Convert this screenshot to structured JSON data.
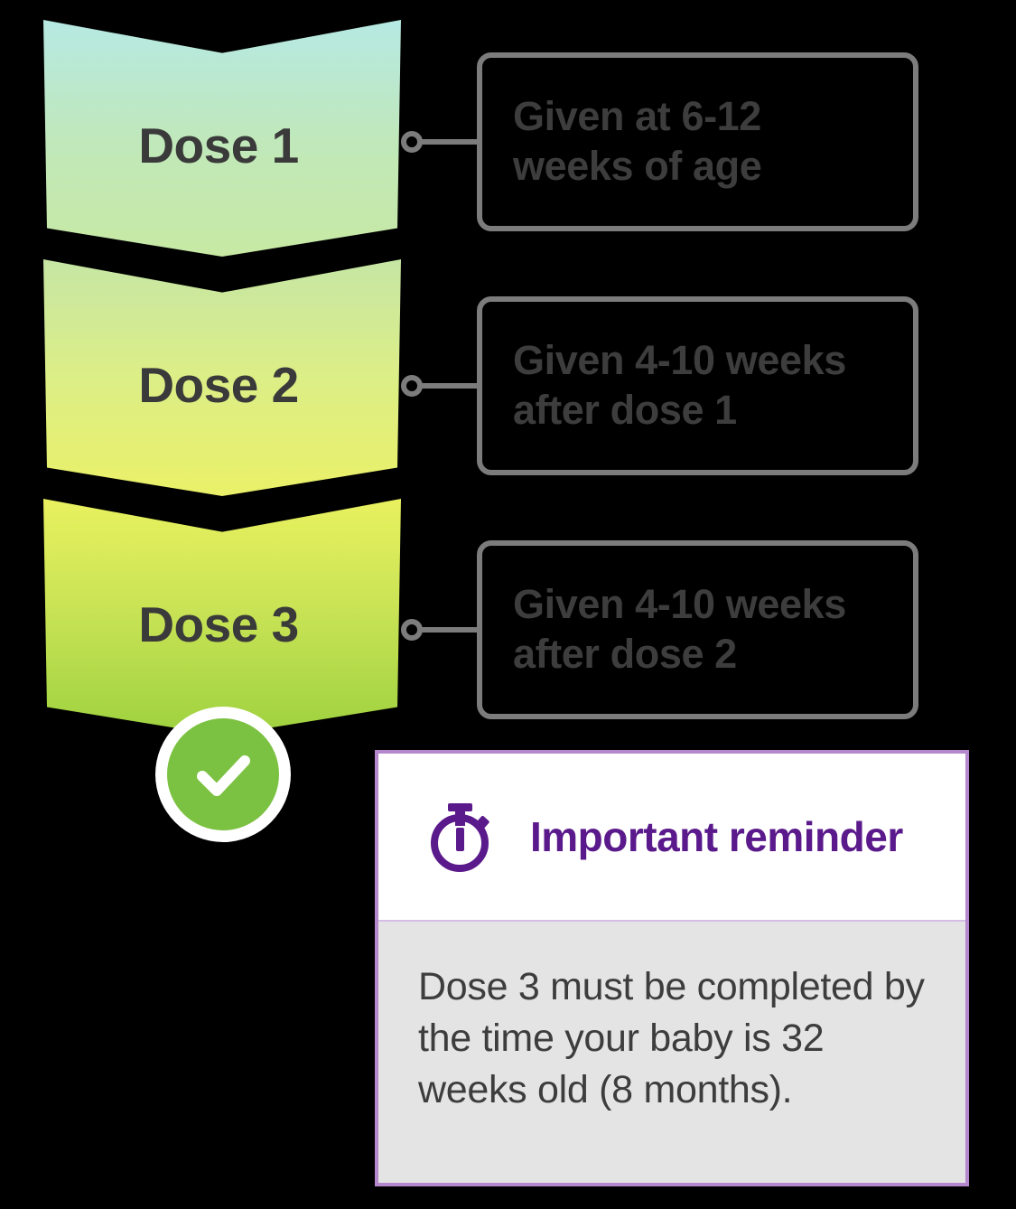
{
  "steps": [
    {
      "label": "Dose 1",
      "gradient_from": "#b6e9e3",
      "gradient_to": "#c7e9a4",
      "callout": "Given at 6-12 weeks of age"
    },
    {
      "label": "Dose 2",
      "gradient_from": "#c6e6a4",
      "gradient_to": "#eaf068",
      "callout": "Given 4-10 weeks after dose 1"
    },
    {
      "label": "Dose 3",
      "gradient_from": "#e9f15f",
      "gradient_to": "#9ed13f",
      "callout": "Given 4-10 weeks after dose 2"
    }
  ],
  "badge": {
    "icon": "check-circle-icon",
    "circle_color": "#7cc242",
    "ring_color": "#ffffff",
    "check_color": "#ffffff"
  },
  "reminder": {
    "icon": "stopwatch-icon",
    "title": "Important reminder",
    "body": "Dose 3 must be completed by the time your baby is 32 weeks old (8 months).",
    "accent_color": "#5b1a8c",
    "border_color": "#b588cd",
    "header_background": "#ffffff",
    "body_background": "#e4e4e4"
  },
  "callout_style": {
    "border_color": "#7c7c7c",
    "text_color": "#3d3d3d"
  },
  "background_color": "#000000"
}
